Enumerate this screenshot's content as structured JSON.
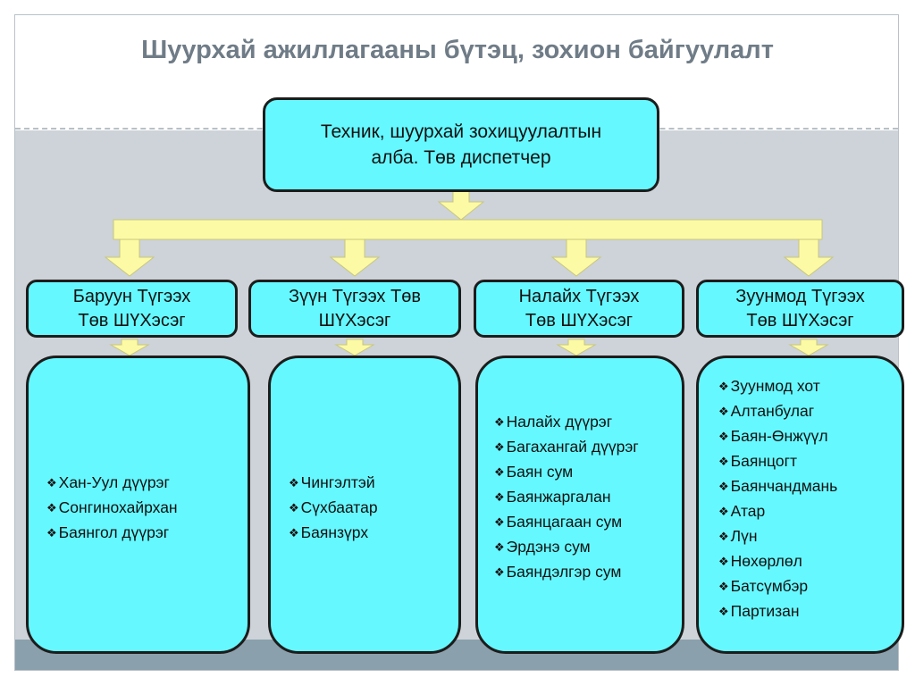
{
  "title": "Шуурхай ажиллагааны бүтэц, зохион байгуулалт",
  "top_unit": {
    "line1": "Техник, шуурхай зохицуулалтын",
    "line2": "алба. Төв диспетчер"
  },
  "branches": [
    {
      "line1": "Баруун Түгээх",
      "line2": "Төв ШҮХэсэг",
      "items": [
        "Хан-Уул дүүрэг",
        "Сонгинохайрхан",
        "Баянгол дүүрэг"
      ]
    },
    {
      "line1": "Зүүн Түгээх Төв",
      "line2": "ШҮХэсэг",
      "items": [
        "Чингэлтэй",
        "Сүхбаатар",
        "Баянзүрх"
      ]
    },
    {
      "line1": "Налайх Түгээх",
      "line2": "Төв ШҮХэсэг",
      "items": [
        "Налайх дүүрэг",
        "Багахангай дүүрэг",
        "Баян сум",
        "Баянжаргалан",
        "Баянцагаан сум",
        "Эрдэнэ сум",
        "Баяндэлгэр сум"
      ]
    },
    {
      "line1": "Зуунмод Түгээх",
      "line2": "Төв ШҮХэсэг",
      "items": [
        "Зуунмод хот",
        "Алтанбулаг",
        "Баян-Өнжүүл",
        "Баянцогт",
        "Баянчандмань",
        "Атар",
        "Лүн",
        "Нөхөрлөл",
        "Батсүмбэр",
        "Партизан"
      ]
    }
  ],
  "colors": {
    "box_fill": "#66f8ff",
    "arrow_fill": "#fdfaa6",
    "title_color": "#6f7c87"
  }
}
